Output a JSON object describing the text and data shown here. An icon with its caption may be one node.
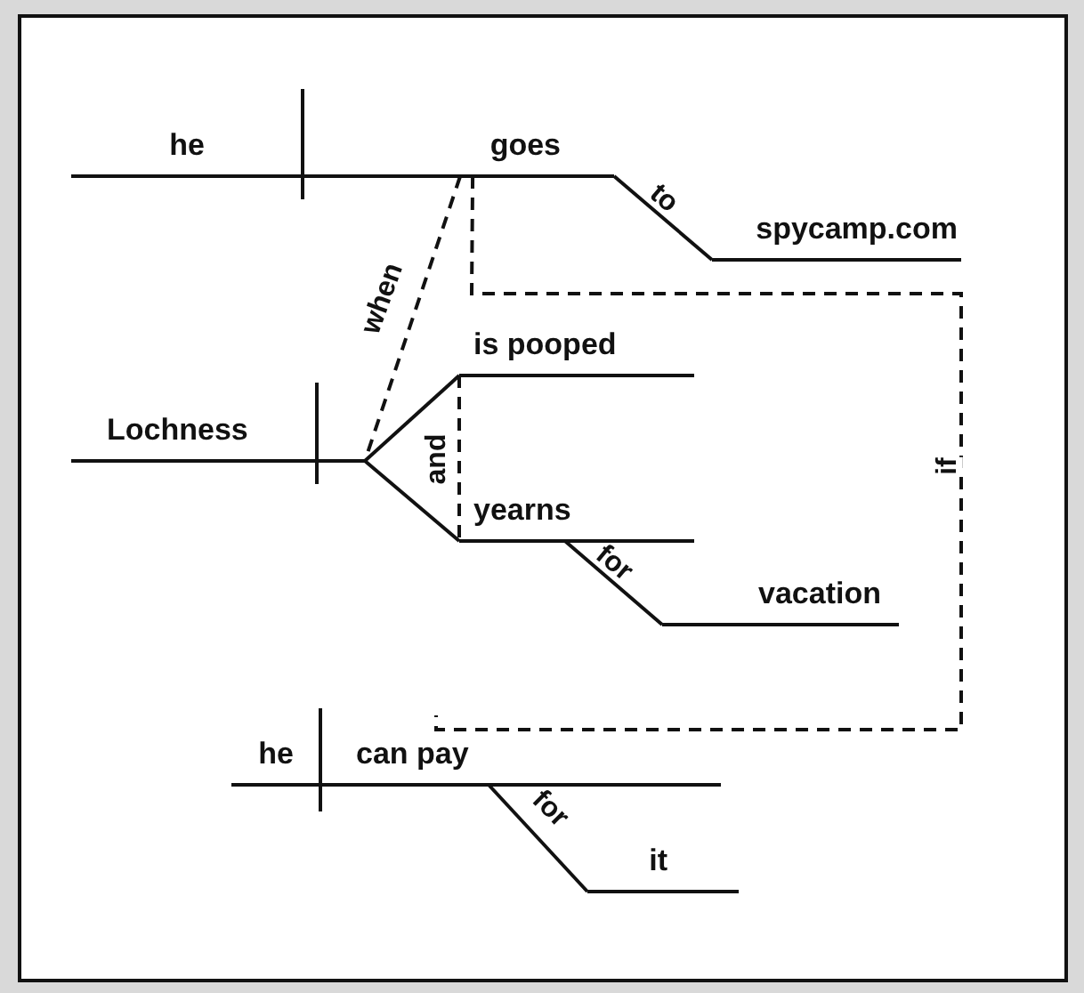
{
  "diagram": {
    "nodes": [
      {
        "text": [
          "he"
        ]
      },
      {
        "text": [
          "goes"
        ]
      },
      {
        "text": [
          "spycamp.com"
        ]
      },
      {
        "text": [
          "Lochness"
        ]
      },
      {
        "text": [
          "is pooped"
        ]
      },
      {
        "text": [
          "yearns"
        ]
      },
      {
        "text": [
          "vacation"
        ]
      },
      {
        "text": [
          "he"
        ]
      },
      {
        "text": [
          "can pay"
        ]
      },
      {
        "text": [
          "it"
        ]
      }
    ],
    "edges": [
      {
        "from": 1,
        "to": 2,
        "arrow": "none",
        "label": "to"
      },
      {
        "from": 1,
        "to": 3,
        "arrow": "none",
        "label": "when",
        "style": "dashed"
      },
      {
        "from": 3,
        "to": 4,
        "arrow": "none"
      },
      {
        "from": 3,
        "to": 5,
        "arrow": "none"
      },
      {
        "from": 4,
        "to": 5,
        "arrow": "none",
        "label": "and",
        "style": "dashed"
      },
      {
        "from": 5,
        "to": 6,
        "arrow": "none",
        "label": "for"
      },
      {
        "from": 1,
        "to": 8,
        "arrow": "none",
        "label": "if",
        "style": "dashed"
      },
      {
        "from": 8,
        "to": 9,
        "arrow": "none",
        "label": "for"
      }
    ]
  }
}
